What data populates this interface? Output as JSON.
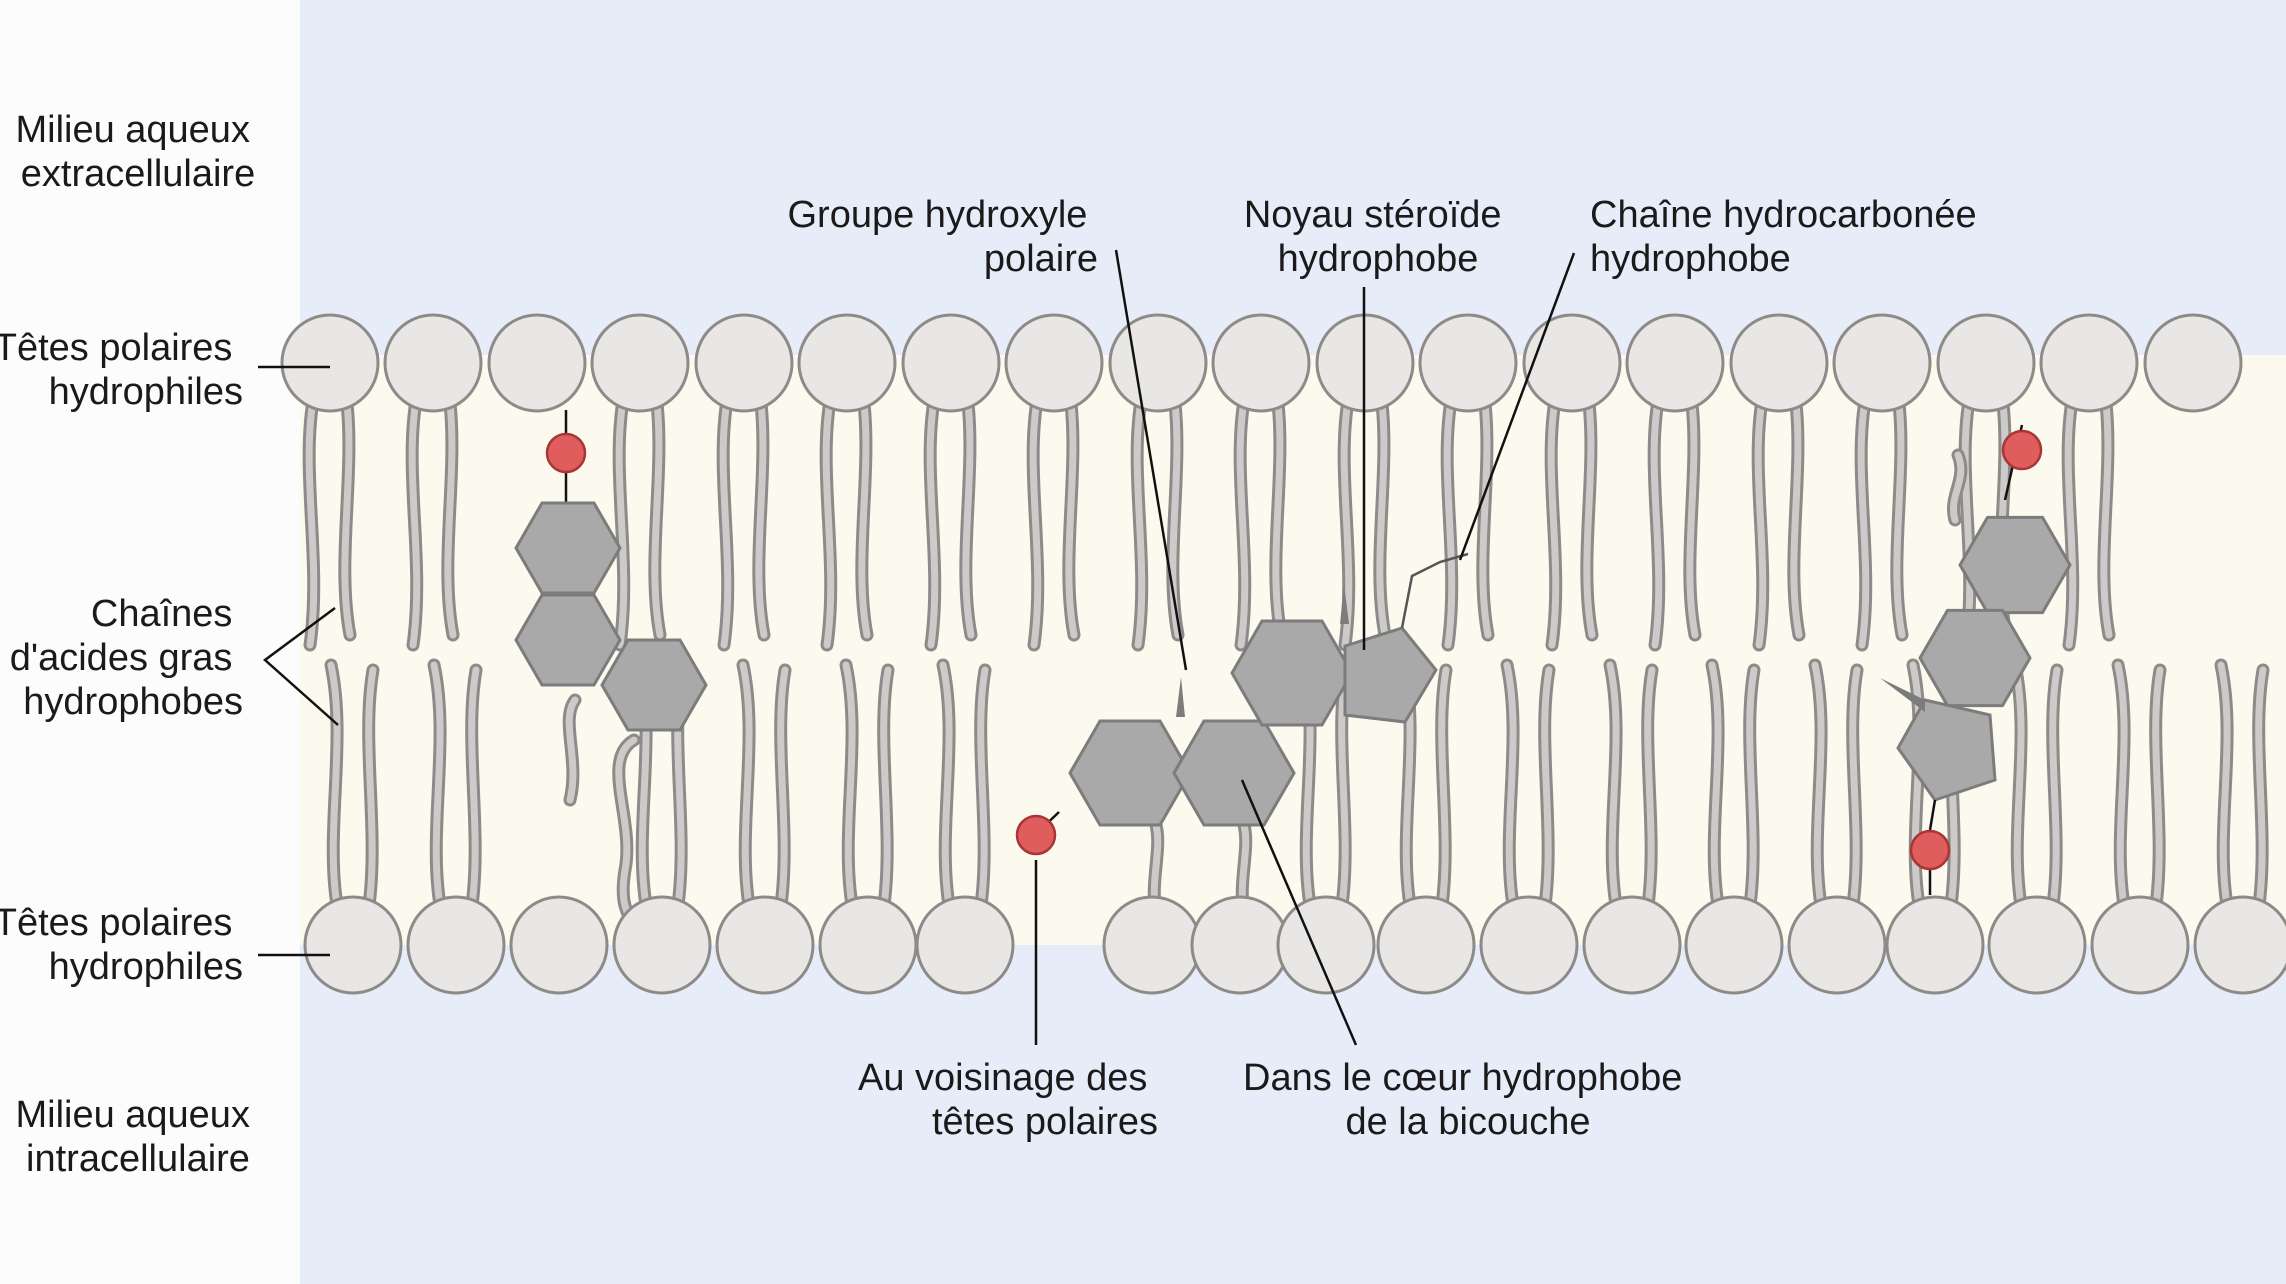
{
  "labels": {
    "extracellular": [
      "Milieu aqueux",
      "extracellulaire"
    ],
    "heads_top": [
      "Têtes polaires",
      "hydrophiles"
    ],
    "chains": [
      "Chaînes",
      "d'acides gras",
      "hydrophobes"
    ],
    "heads_bottom": [
      "Têtes polaires",
      "hydrophiles"
    ],
    "intracellular": [
      "Milieu aqueux",
      "intracellulaire"
    ],
    "hydroxyl": [
      "Groupe hydroxyle",
      "polaire"
    ],
    "steroid": [
      "Noyau stéroïde",
      "hydrophobe"
    ],
    "hydrocarbon": [
      "Chaîne hydrocarbonée",
      "hydrophobe"
    ],
    "near_heads": [
      "Au voisinage des",
      "têtes polaires"
    ],
    "core": [
      "Dans le cœur hydrophobe",
      "de la bicouche"
    ]
  },
  "colors": {
    "aqueous": "#e6edf8",
    "core": "#fcfaef",
    "margin": "#fcfcfc",
    "head_fill": "#e9e7e5",
    "head_stroke": "#8d8a88",
    "ring_fill": "#a9a9a9",
    "ring_stroke": "#7c7c7c",
    "hydroxyl_fill": "#e05d5d",
    "leader": "#111111"
  }
}
